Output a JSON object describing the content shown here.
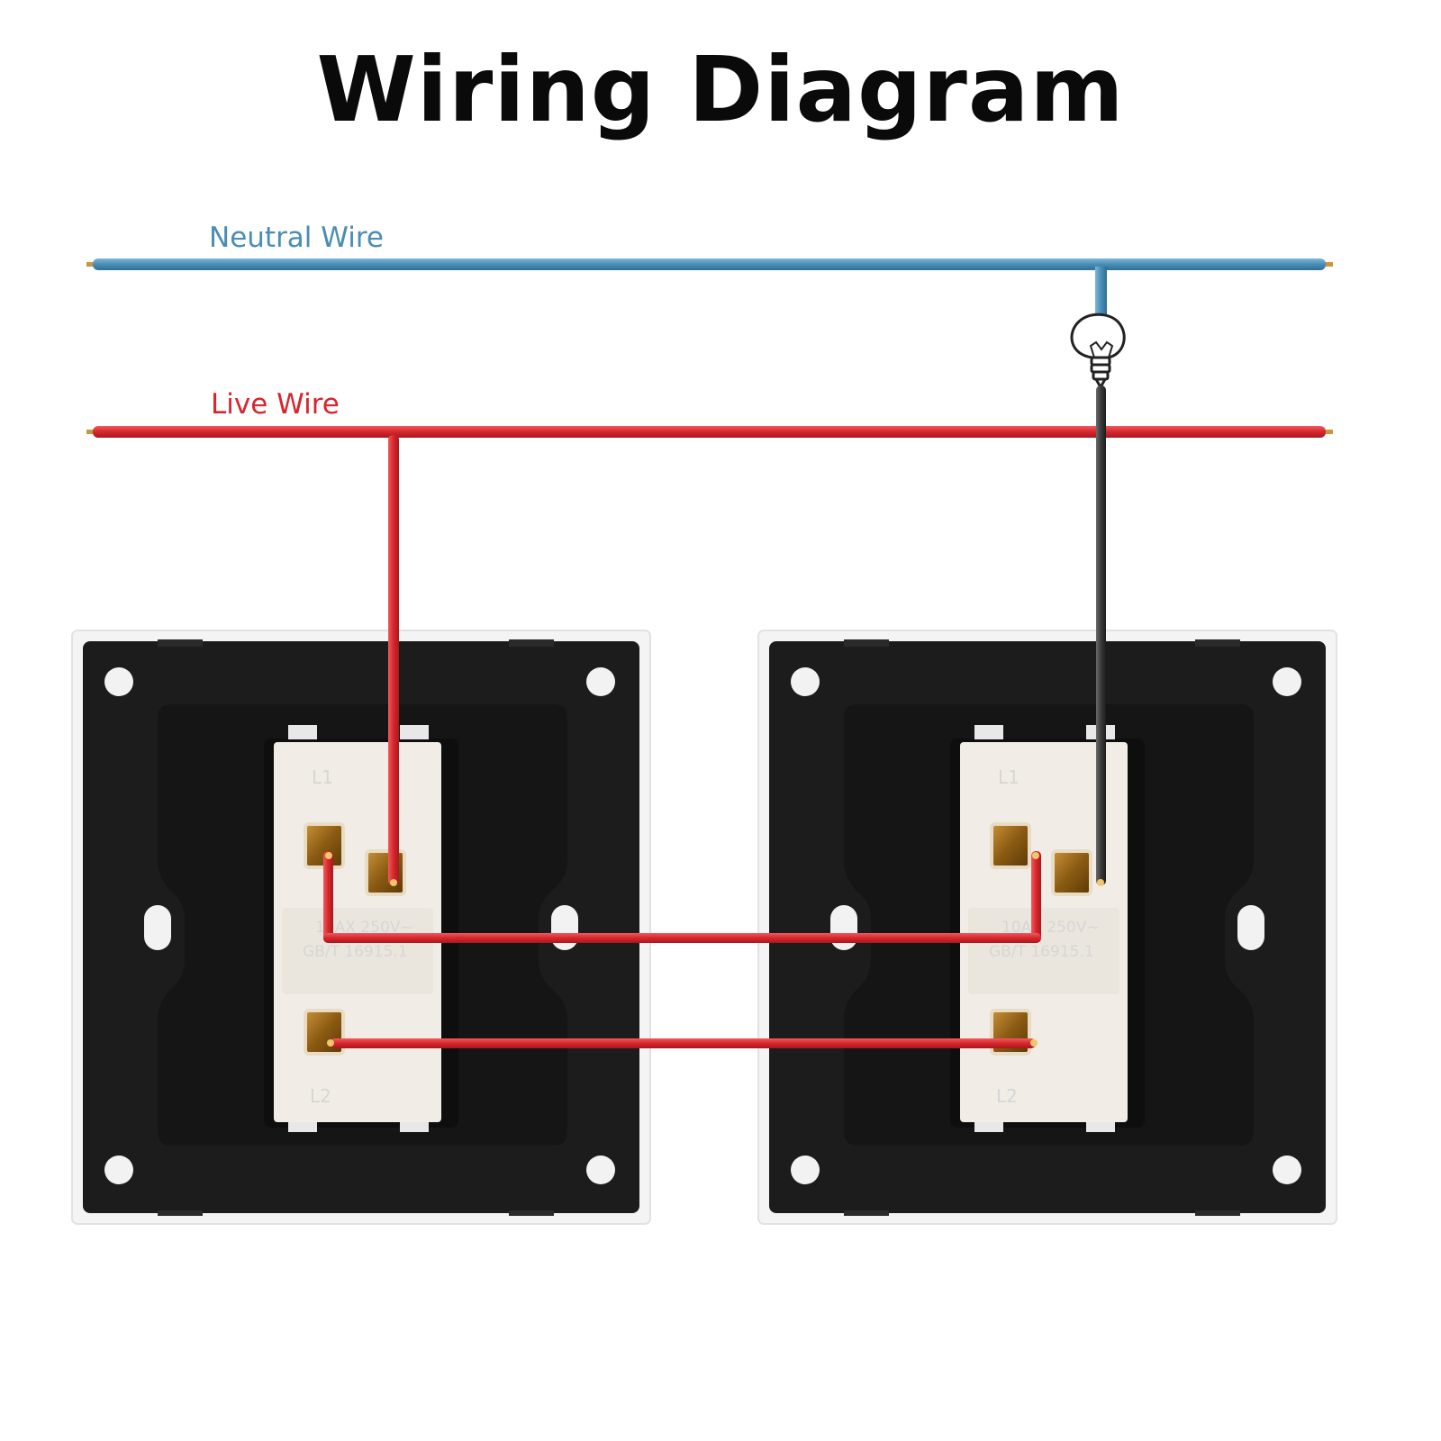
{
  "title": "Wiring Diagram",
  "labels": {
    "neutral": "Neutral Wire",
    "live": "Live Wire"
  },
  "switch_markings": {
    "terminal_top": "L1",
    "terminal_bottom": "L2",
    "rating": "10AX 250V~",
    "standard": "GB/T 16915.1"
  },
  "colors": {
    "neutral": "#4a8db5",
    "live": "#d7262c",
    "lamp_wire": "#3a3a3a",
    "plate": "#1c1c1c",
    "frame": "#f4f4f4",
    "module": "#f1ede6",
    "terminal": "#8a5a12"
  },
  "icons": [
    "light-bulb-icon"
  ]
}
